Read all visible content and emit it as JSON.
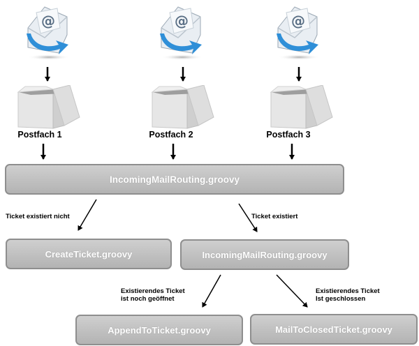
{
  "mailboxes": [
    {
      "label": "Postfach 1"
    },
    {
      "label": "Postfach 2"
    },
    {
      "label": "Postfach 3"
    }
  ],
  "nodes": {
    "routing_main": "IncomingMailRouting.groovy",
    "create_ticket": "CreateTicket.groovy",
    "routing_existing": "IncomingMailRouting.groovy",
    "append_ticket": "AppendToTicket.groovy",
    "mail_closed": "MailToClosedTicket.groovy"
  },
  "edges": {
    "ticket_not_exists": "Ticket existiert nicht",
    "ticket_exists": "Ticket existiert",
    "existing_open_line1": "Existierendes Ticket",
    "existing_open_line2": "ist noch geöffnet",
    "existing_closed_line1": "Existierendes Ticket",
    "existing_closed_line2": "Ist geschlossen"
  },
  "icons": {
    "mail": "email-envelope-icon",
    "mailbox": "open-box-icon"
  },
  "colors": {
    "node_fill": "#c4c4c4",
    "node_border": "#8e8e8e",
    "mail_blue": "#2f8fd8"
  }
}
